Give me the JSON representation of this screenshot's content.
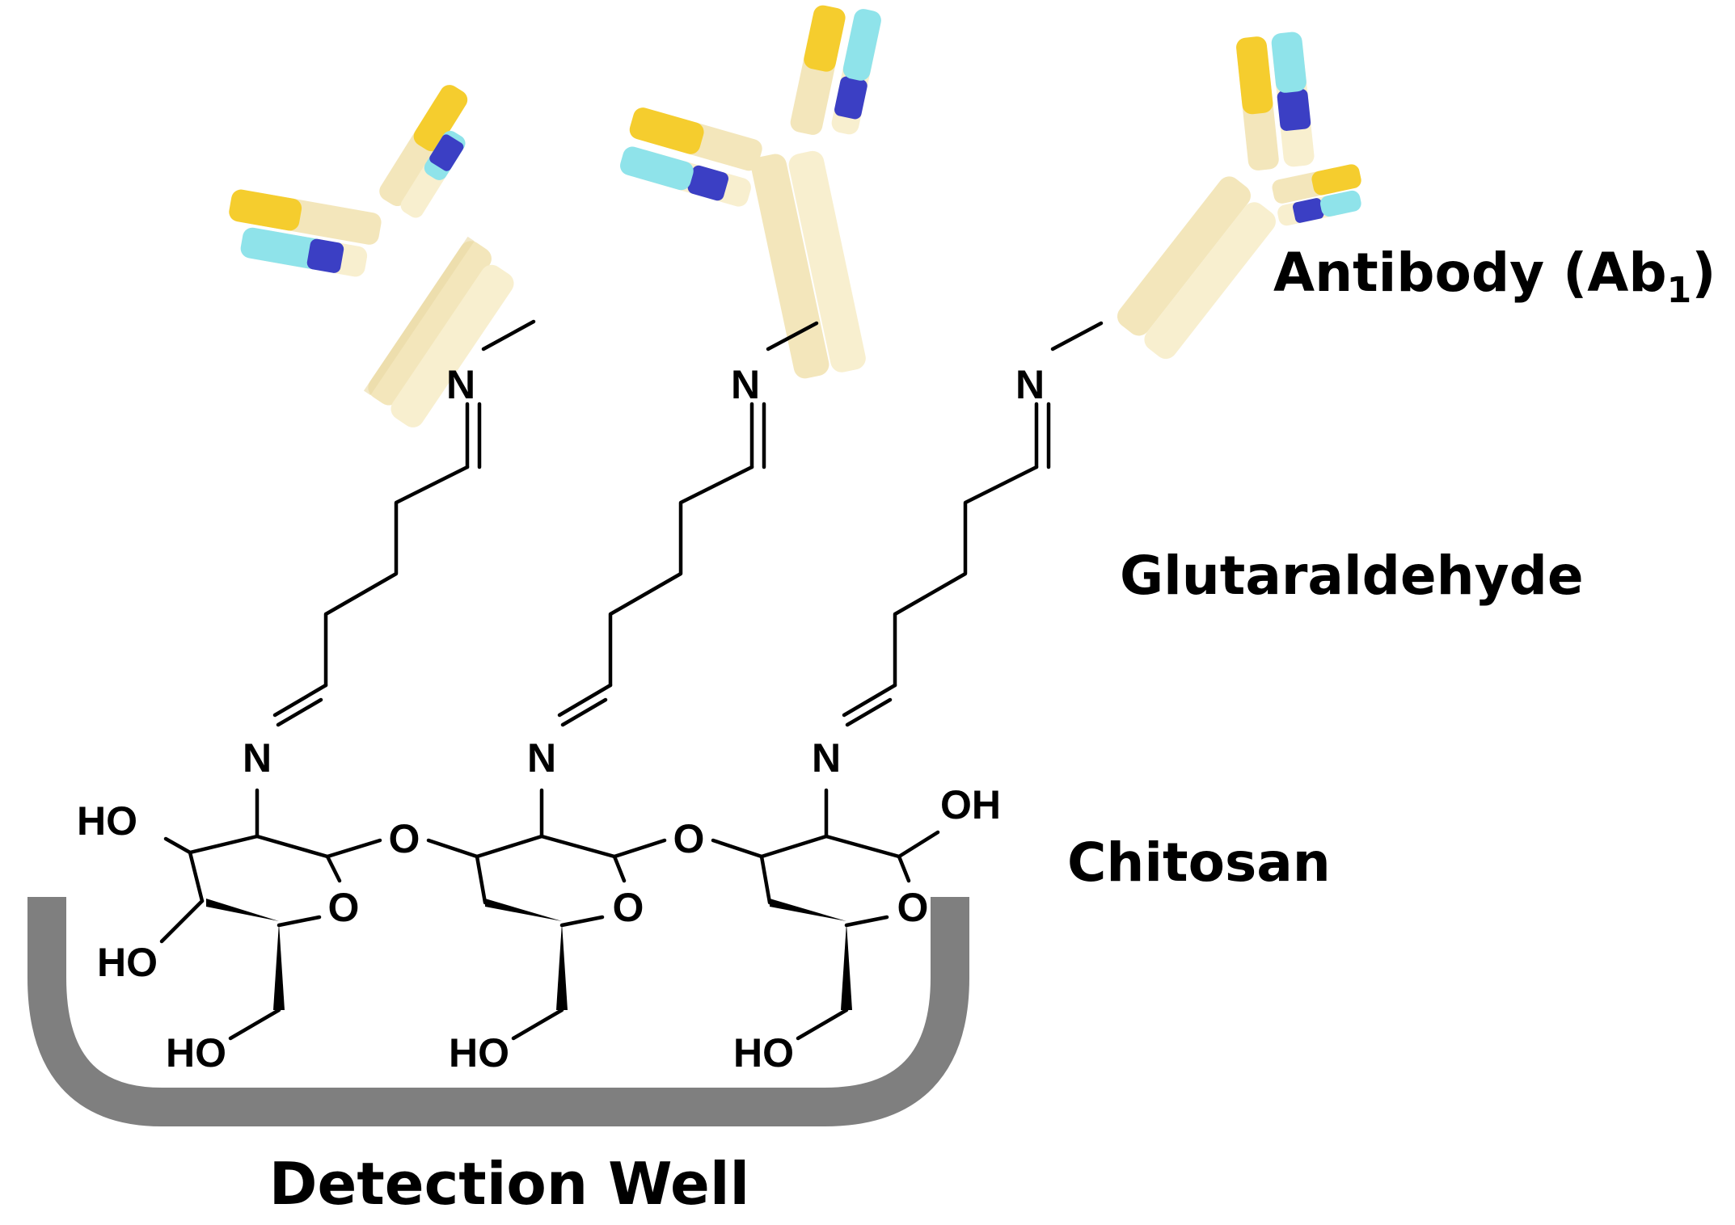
{
  "labels": {
    "antibody": "Antibody (Ab",
    "antibody_sub": "1",
    "antibody_close": ")",
    "glutaraldehyde": "Glutaraldehyde",
    "chitosan": "Chitosan",
    "detection_well": "Detection Well"
  },
  "atoms": {
    "N": "N",
    "O": "O",
    "HO": "HO",
    "OH": "OH"
  },
  "colors": {
    "antibody_body": "#f5ebc3",
    "heavy_chain_tip": "#f5cd2e",
    "light_chain_tip": "#8fe3ea",
    "light_chain_variable": "#3b3fc4",
    "well": "#7f7f7f",
    "bond": "#000000"
  }
}
